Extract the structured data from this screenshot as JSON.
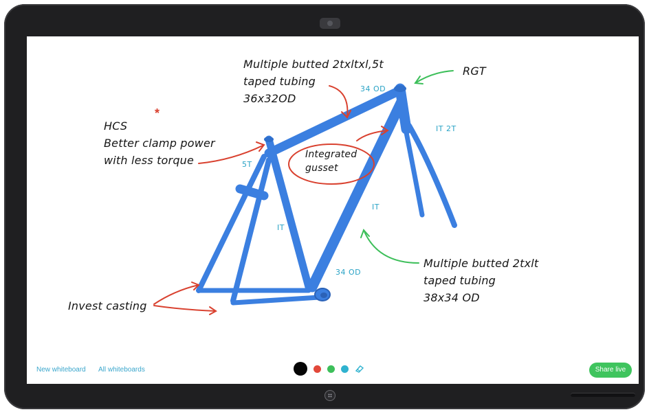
{
  "whiteboard": {
    "annotations": {
      "butted_top": "Multiple butted 2txltxl,5t\ntaped tubing\n36x32OD",
      "rgt": "RGT",
      "hcs": "HCS\nBetter clamp power\nwith less torque",
      "gusset": "Integrated\ngusset",
      "butted_down": "Multiple butted 2txlt\ntaped tubing\n38x34 OD",
      "invest": "Invest casting"
    },
    "dimension_labels": {
      "top_tube_od": "34 OD",
      "head_tube": "IT 2T",
      "seat_tube_top": "5T",
      "seat_tube_mid": "IT",
      "down_tube": "IT",
      "down_tube_od": "34 OD"
    },
    "mark": "*",
    "colors": {
      "frame": "#3b7fe0",
      "red_ink": "#d9412f",
      "green_ink": "#3dbf5a",
      "blue_ink": "#2aa3c6"
    }
  },
  "toolbar": {
    "new_whiteboard": "New whiteboard",
    "all_whiteboards": "All whiteboards",
    "share_live": "Share live",
    "palette": [
      "black",
      "red",
      "green",
      "cyan"
    ],
    "eraser_icon": "eraser-icon"
  }
}
